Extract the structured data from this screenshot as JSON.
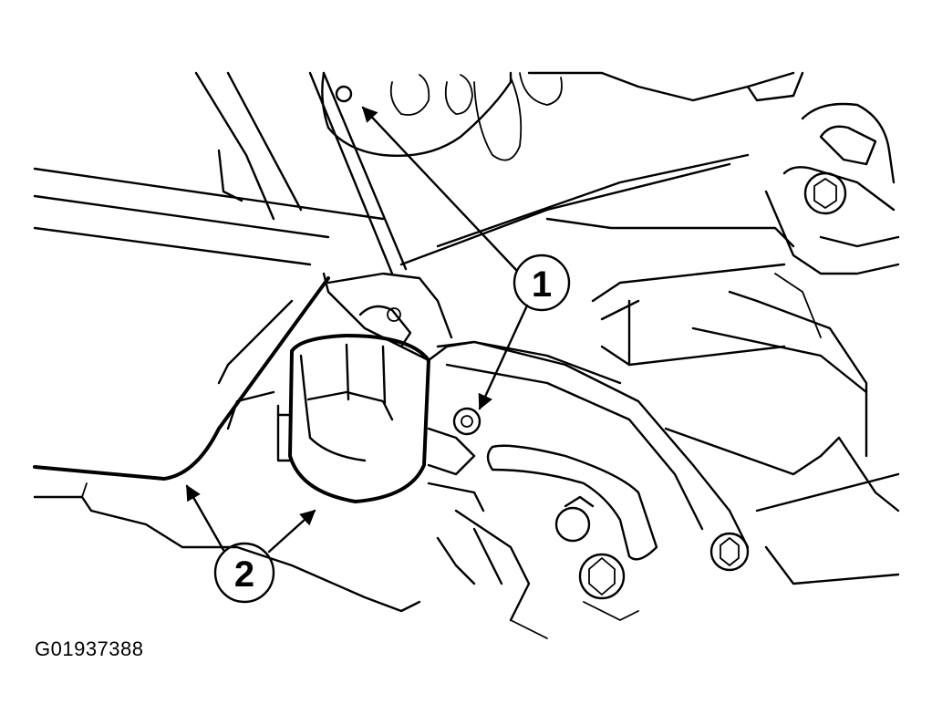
{
  "callouts": [
    {
      "id": "1",
      "label": "1"
    },
    {
      "id": "2",
      "label": "2"
    }
  ],
  "figure_id": "G01937388"
}
